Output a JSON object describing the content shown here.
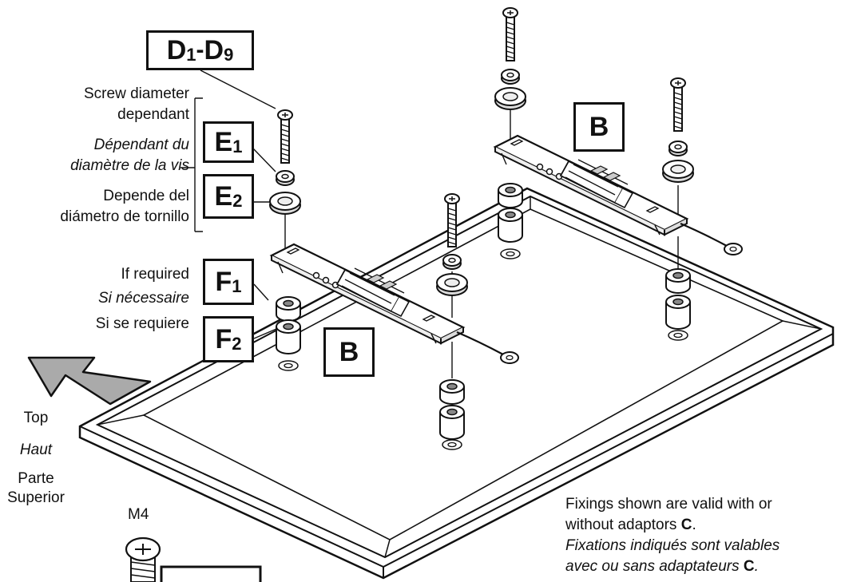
{
  "labels": {
    "d_range": {
      "main1": "D",
      "sub1": "1",
      "dash": "-",
      "main2": "D",
      "sub2": "9"
    },
    "e1": {
      "main": "E",
      "sub": "1"
    },
    "e2": {
      "main": "E",
      "sub": "2"
    },
    "f1": {
      "main": "F",
      "sub": "1"
    },
    "f2": {
      "main": "F",
      "sub": "2"
    },
    "b_left": "B",
    "b_right": "B"
  },
  "screw_note": {
    "en": [
      "Screw diameter",
      "dependant"
    ],
    "fr": [
      "Dépendant du",
      "diamètre de la vis"
    ],
    "es": [
      "Depende del",
      "diámetro de tornillo"
    ]
  },
  "required_note": {
    "en": "If required",
    "fr": "Si nécessaire",
    "es": "Si se requiere"
  },
  "top_note": {
    "en": "Top",
    "fr": "Haut",
    "es": [
      "Parte",
      "Superior"
    ]
  },
  "m4_label": "M4",
  "fixings_note": {
    "en_line1": "Fixings shown are valid with or",
    "en_line2": "without adaptors ",
    "en_ref": "C",
    "fr_line1": "Fixations indiqués sont valables",
    "fr_line2": "avec ou sans adaptateurs ",
    "fr_ref": "C",
    "end": "."
  },
  "colors": {
    "ink": "#111111",
    "arrow_fill": "#aaaaaa",
    "panel_fill": "#ffffff",
    "part_shade": "#d9d9d9"
  },
  "icons": [
    "screw-icon",
    "washer-icon",
    "spacer-icon",
    "bracket-icon",
    "arrow-icon"
  ]
}
